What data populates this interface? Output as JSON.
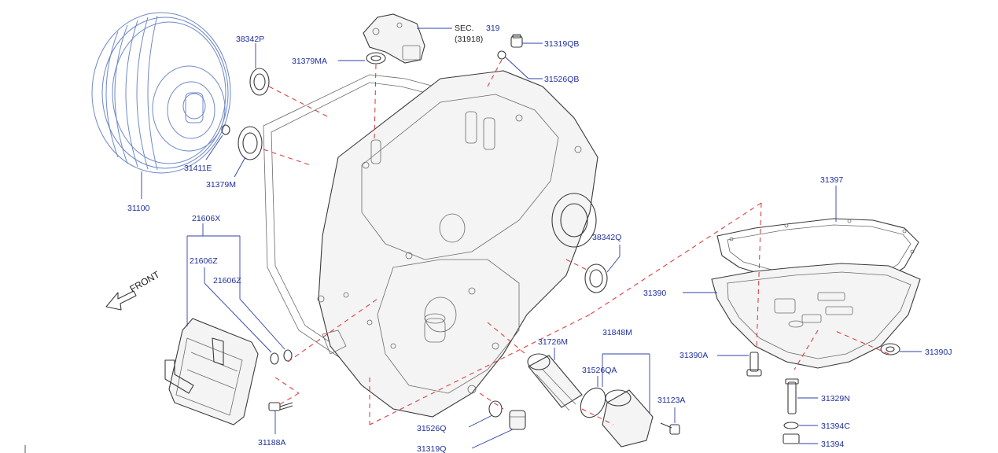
{
  "diagram": {
    "front_label": "FRONT",
    "sec": {
      "prefix": "SEC.",
      "number": "319",
      "sub": "(31918)"
    },
    "labels": {
      "p31100": "31100",
      "p38342P": "38342P",
      "p31411E": "31411E",
      "p31379M": "31379M",
      "p31379MA": "31379MA",
      "p31319QB": "31319QB",
      "p31526QB": "31526QB",
      "p21606X": "21606X",
      "p21606Z_1": "21606Z",
      "p21606Z_2": "21606Z",
      "p31188A": "31188A",
      "p38342Q": "38342Q",
      "p31397": "31397",
      "p31390": "31390",
      "p31390A": "31390A",
      "p31390J": "31390J",
      "p31329N": "31329N",
      "p31394C": "31394C",
      "p31394": "31394",
      "p31726M": "31726M",
      "p31848M": "31848M",
      "p31526QA": "31526QA",
      "p31123A": "31123A",
      "p31526Q": "31526Q",
      "p31319Q": "31319Q"
    }
  }
}
